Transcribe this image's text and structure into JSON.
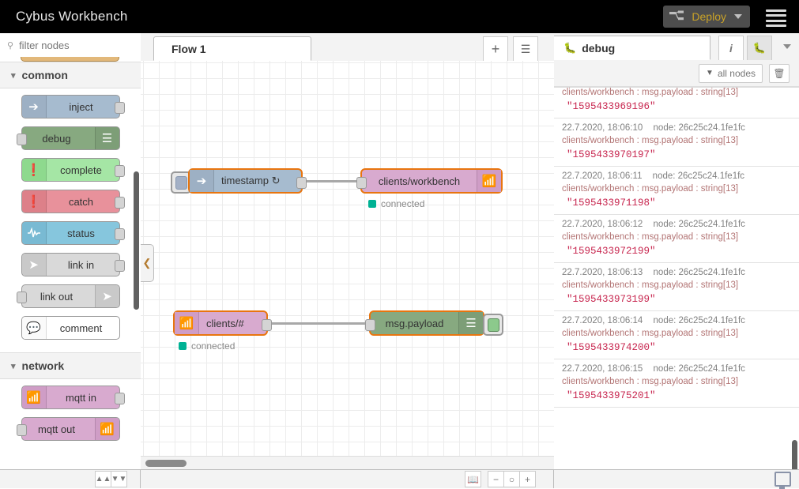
{
  "header": {
    "title": "Cybus Workbench",
    "deploy_label": "Deploy",
    "deploy_icon": "deploy-nodes-icon",
    "caret_icon": "chevron-down-icon",
    "menu_icon": "hamburger-menu-icon"
  },
  "palette": {
    "search_placeholder": "filter nodes",
    "search_value": "",
    "search_icon": "search-icon",
    "categories": [
      {
        "label": "common",
        "chevron": "chevron-down-icon",
        "nodes": [
          {
            "label": "inject",
            "icon": "inject-arrow-icon",
            "icon_side": "left",
            "bg": "#a6bbcf",
            "icon_bg": "#9db0c4",
            "port": "out"
          },
          {
            "label": "debug",
            "icon": "debug-lines-icon",
            "icon_side": "right",
            "bg": "#87a980",
            "icon_bg": "#7d9e77",
            "port": "in"
          },
          {
            "label": "complete",
            "icon": "exclamation-icon",
            "icon_side": "left",
            "bg": "#a5e6a5",
            "icon_bg": "#8ed98e",
            "port": "out"
          },
          {
            "label": "catch",
            "icon": "exclamation-icon",
            "icon_side": "left",
            "bg": "#e8919b",
            "icon_bg": "#dd8089",
            "port": "out"
          },
          {
            "label": "status",
            "icon": "pulse-wave-icon",
            "icon_side": "left",
            "bg": "#86c6dd",
            "icon_bg": "#79bad3",
            "port": "out"
          },
          {
            "label": "link in",
            "icon": "link-arrow-icon",
            "icon_side": "left",
            "bg": "#d9d9d9",
            "icon_bg": "#c9c9c9",
            "port": "out"
          },
          {
            "label": "link out",
            "icon": "link-arrow-icon",
            "icon_side": "right",
            "bg": "#d9d9d9",
            "icon_bg": "#c9c9c9",
            "port": "in"
          },
          {
            "label": "comment",
            "icon": "comment-bubble-icon",
            "icon_side": "left",
            "bg": "#ffffff",
            "icon_bg": "#fafafa",
            "port": "none"
          }
        ]
      },
      {
        "label": "network",
        "chevron": "chevron-down-icon",
        "nodes": [
          {
            "label": "mqtt in",
            "icon": "mqtt-signal-icon",
            "icon_side": "left",
            "bg": "#d8aacf",
            "icon_bg": "#cf9dc6",
            "port": "out"
          },
          {
            "label": "mqtt out",
            "icon": "mqtt-signal-icon",
            "icon_side": "right",
            "bg": "#d8aacf",
            "icon_bg": "#cf9dc6",
            "port": "in"
          }
        ]
      }
    ],
    "footer": {
      "collapse_all_icon": "chevrons-up-icon",
      "expand_all_icon": "chevrons-down-icon"
    }
  },
  "workspace": {
    "tabs": [
      {
        "label": "Flow 1",
        "active": true
      }
    ],
    "add_tab_icon": "plus-icon",
    "list_tabs_icon": "list-icon",
    "collapse_handle_icon": "chevron-left-icon",
    "nodes": [
      {
        "label": "timestamp ↻",
        "icon": "inject-arrow-icon",
        "icon_side": "left",
        "bg": "#a6bbcf",
        "icon_bg": "#9db0c4",
        "selected": true,
        "status": null
      },
      {
        "label": "clients/workbench",
        "icon": "mqtt-signal-icon",
        "icon_side": "right",
        "bg": "#d8aacf",
        "icon_bg": "#cf9dc6",
        "selected": true,
        "status": "connected"
      },
      {
        "label": "clients/#",
        "icon": "mqtt-signal-icon",
        "icon_side": "left",
        "bg": "#d8aacf",
        "icon_bg": "#cf9dc6",
        "selected": true,
        "status": "connected"
      },
      {
        "label": "msg.payload",
        "icon": "debug-lines-icon",
        "icon_side": "right",
        "bg": "#87a980",
        "icon_bg": "#7d9e77",
        "selected": true,
        "status": null
      }
    ],
    "footer": {
      "navigator_icon": "navigator-map-icon",
      "zoom_out_icon": "minus-icon",
      "zoom_reset_icon": "circle-icon",
      "zoom_in_icon": "plus-icon"
    }
  },
  "debug": {
    "tab_label": "debug",
    "tab_icon": "bug-icon",
    "info_tab_icon": "info-icon",
    "bug_tab_icon": "bug-icon",
    "caret_icon": "chevron-down-icon",
    "filter_label": "all nodes",
    "filter_icon": "funnel-icon",
    "clear_icon": "trash-icon",
    "messages": [
      {
        "time": "",
        "node": "",
        "topic": "clients/workbench : msg.payload : string[13]",
        "value": "\"1595433969196\"",
        "partial": true
      },
      {
        "time": "22.7.2020, 18:06:10",
        "node": "node: 26c25c24.1fe1fc",
        "topic": "clients/workbench : msg.payload : string[13]",
        "value": "\"1595433970197\"",
        "partial": false
      },
      {
        "time": "22.7.2020, 18:06:11",
        "node": "node: 26c25c24.1fe1fc",
        "topic": "clients/workbench : msg.payload : string[13]",
        "value": "\"1595433971198\"",
        "partial": false
      },
      {
        "time": "22.7.2020, 18:06:12",
        "node": "node: 26c25c24.1fe1fc",
        "topic": "clients/workbench : msg.payload : string[13]",
        "value": "\"1595433972199\"",
        "partial": false
      },
      {
        "time": "22.7.2020, 18:06:13",
        "node": "node: 26c25c24.1fe1fc",
        "topic": "clients/workbench : msg.payload : string[13]",
        "value": "\"1595433973199\"",
        "partial": false
      },
      {
        "time": "22.7.2020, 18:06:14",
        "node": "node: 26c25c24.1fe1fc",
        "topic": "clients/workbench : msg.payload : string[13]",
        "value": "\"1595433974200\"",
        "partial": false
      },
      {
        "time": "22.7.2020, 18:06:15",
        "node": "node: 26c25c24.1fe1fc",
        "topic": "clients/workbench : msg.payload : string[13]",
        "value": "\"1595433975201\"",
        "partial": false
      }
    ],
    "footer": {
      "monitor_icon": "monitor-icon"
    }
  },
  "colors": {
    "selected_border": "#e8750f",
    "status_connected": "#00b294",
    "deploy_text": "#c9a227",
    "debug_value": "#c7254e",
    "debug_topic": "#b37575"
  }
}
